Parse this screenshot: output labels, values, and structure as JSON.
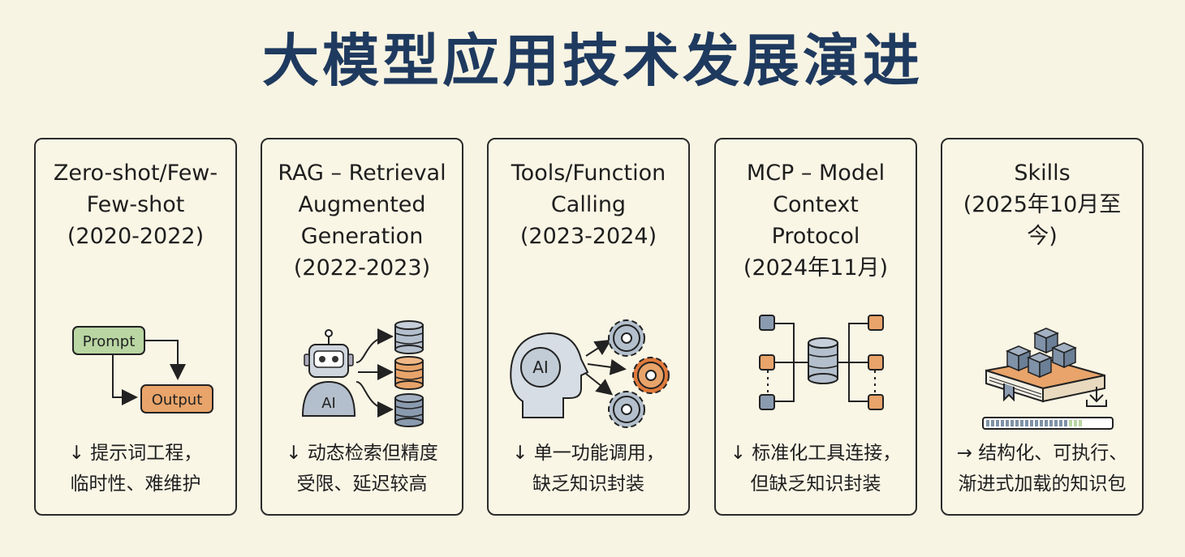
{
  "title": "大模型应用技术发展演进",
  "stages": [
    {
      "title": "Zero-shot/Few-\nFew-shot\n(2020-2022)",
      "icon": "prompt-flow-icon",
      "icon_labels": {
        "prompt": "Prompt",
        "output": "Output"
      },
      "desc": "↓ 提示词工程，\n临时性、难维护"
    },
    {
      "title": "RAG – Retrieval\nAugmented\nGeneration\n(2022-2023)",
      "icon": "robot-database-icon",
      "icon_labels": {
        "robot": "AI"
      },
      "desc": "↓ 动态检索但精度\n受限、延迟较高"
    },
    {
      "title": "Tools/Function\nCalling\n(2023-2024)",
      "icon": "ai-head-gears-icon",
      "icon_labels": {
        "head": "AI"
      },
      "desc": "↓ 单一功能调用，\n缺乏知识封装"
    },
    {
      "title": "MCP – Model\nContext\nProtocol\n(2024年11月)",
      "icon": "hub-network-icon",
      "desc": "↓ 标准化工具连接，\n但缺乏知识封装"
    },
    {
      "title": "Skills\n(2025年10月至今)",
      "icon": "book-cubes-icon",
      "desc": "→ 结构化、可执行、\n渐进式加载的知识包"
    }
  ],
  "colors": {
    "background": "#f8f4e3",
    "title": "#1f3a5f",
    "green": "#b9d6a3",
    "orange": "#e8a46a",
    "blue_gray": "#8a9bb0",
    "gear_orange": "#e07a3c"
  }
}
